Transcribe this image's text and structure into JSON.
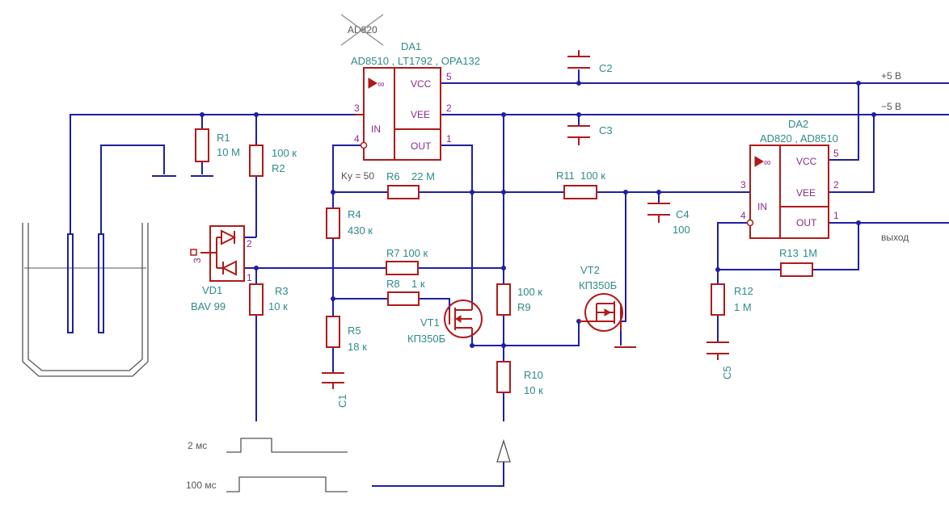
{
  "colors": {
    "wire": "#1f1fa3",
    "component": "#b01a1a",
    "label": "#2f8a8a",
    "pin": "#8b2a8b",
    "gray": "#555555"
  },
  "labels": {
    "crossed": "AD820",
    "da1_name": "DA1",
    "da1_types": "AD8510 , LT1792 , OPA132",
    "da2_name": "DA2",
    "da2_types": "AD820 , AD8510",
    "vcc": "VCC",
    "vee": "VEE",
    "out": "OUT",
    "in": "IN",
    "inf": "∞",
    "p1": "1",
    "p2": "2",
    "p3": "3",
    "p4": "4",
    "p5": "5",
    "plus5": "+5 В",
    "minus5": "−5 В",
    "vyhod": "выход",
    "ku": "Kу = 50",
    "c2": "C2",
    "c3": "C3",
    "c4": "C4",
    "c4v": "100",
    "c1": "C1",
    "c5": "C5",
    "r1": "R1",
    "r1v": "10 М",
    "r2": "R2",
    "r2v": "100 к",
    "r3": "R3",
    "r3v": "10 к",
    "r4": "R4",
    "r4v": "430 к",
    "r5": "R5",
    "r5v": "18 к",
    "r6": "R6",
    "r6v": "22 М",
    "r7": "R7 100 к",
    "r8": "R8",
    "r8v": "1 к",
    "r9": "R9",
    "r9v": "100 к",
    "r10": "R10",
    "r10v": "10 к",
    "r11": "R11",
    "r11v": "100 к",
    "r12": "R12",
    "r12v": "1 М",
    "r13": "R13",
    "r13v": "1М",
    "vd1": "VD1",
    "vd1t": "BAV 99",
    "vt1": "VT1",
    "vt1t": "КП350Б",
    "vt2": "VT2",
    "vt2t": "КП350Б",
    "t2": "2 мс",
    "t100": "100 мс"
  }
}
